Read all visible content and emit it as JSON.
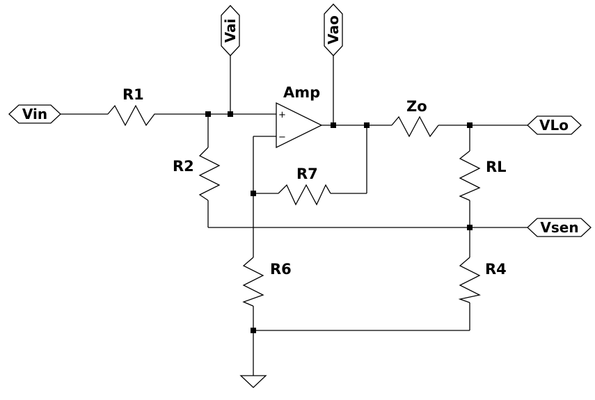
{
  "components": {
    "r1": "R1",
    "r2": "R2",
    "r4": "R4",
    "r6": "R6",
    "r7": "R7",
    "rl": "RL",
    "zo": "Zo",
    "amp": "Amp"
  },
  "ports": {
    "vin": "Vin",
    "vai": "Vai",
    "vao": "Vao",
    "vlo": "VLo",
    "vsen": "Vsen"
  },
  "amp_pins": {
    "plus": "+",
    "minus": "−"
  }
}
